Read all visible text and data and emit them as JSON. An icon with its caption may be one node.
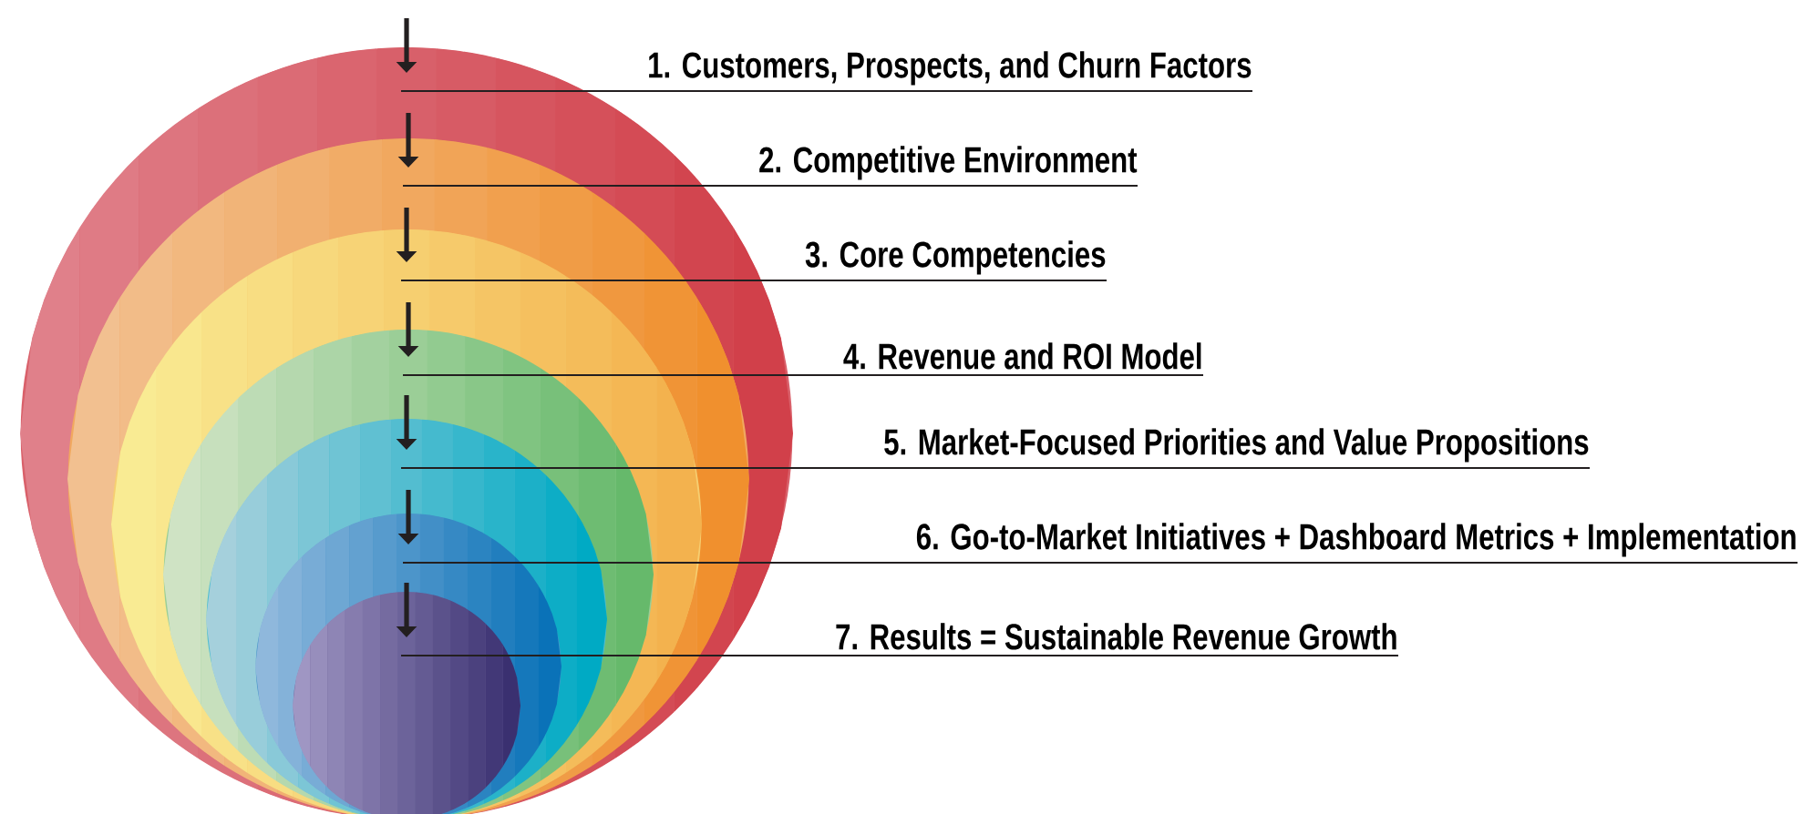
{
  "diagram": {
    "nodes": [
      {
        "text": [],
        "shape": "circle"
      },
      {
        "text": [],
        "shape": "circle",
        "in": 0
      },
      {
        "text": [],
        "shape": "circle",
        "in": 1
      },
      {
        "text": [],
        "shape": "circle",
        "in": 2
      },
      {
        "text": [],
        "shape": "circle",
        "in": 3
      },
      {
        "text": [],
        "shape": "circle",
        "in": 4
      },
      {
        "text": [],
        "shape": "circle",
        "in": 5
      },
      {
        "text": [
          "1. Customers, Prospects, and Churn Factors"
        ]
      },
      {
        "text": [
          "2. Competitive Environment"
        ]
      },
      {
        "text": [
          "3. Core Competencies"
        ]
      },
      {
        "text": [
          "4. Revenue and ROI Model"
        ]
      },
      {
        "text": [
          "5. Market-Focused Priorities and Value Propositions"
        ]
      },
      {
        "text": [
          "6. Go-to-Market Initiatives + Dashboard Metrics + Implementation"
        ]
      },
      {
        "text": [
          "7. Results = Sustainable Revenue Growth"
        ]
      }
    ],
    "edges": [
      {
        "from": null,
        "to": 0,
        "arrow": "to",
        "style": "thick"
      },
      {
        "from": 7,
        "to": 0,
        "arrow": "none"
      },
      {
        "from": null,
        "to": 1,
        "arrow": "to",
        "style": "thick"
      },
      {
        "from": 8,
        "to": 1,
        "arrow": "none"
      },
      {
        "from": null,
        "to": 2,
        "arrow": "to",
        "style": "thick"
      },
      {
        "from": 9,
        "to": 2,
        "arrow": "none"
      },
      {
        "from": null,
        "to": 3,
        "arrow": "to",
        "style": "thick"
      },
      {
        "from": 10,
        "to": 3,
        "arrow": "none"
      },
      {
        "from": null,
        "to": 4,
        "arrow": "to",
        "style": "thick"
      },
      {
        "from": 11,
        "to": 4,
        "arrow": "none"
      },
      {
        "from": null,
        "to": 5,
        "arrow": "to",
        "style": "thick"
      },
      {
        "from": 12,
        "to": 5,
        "arrow": "none"
      },
      {
        "from": null,
        "to": 6,
        "arrow": "to",
        "style": "thick"
      },
      {
        "from": 13,
        "to": 6,
        "arrow": "none"
      }
    ]
  }
}
